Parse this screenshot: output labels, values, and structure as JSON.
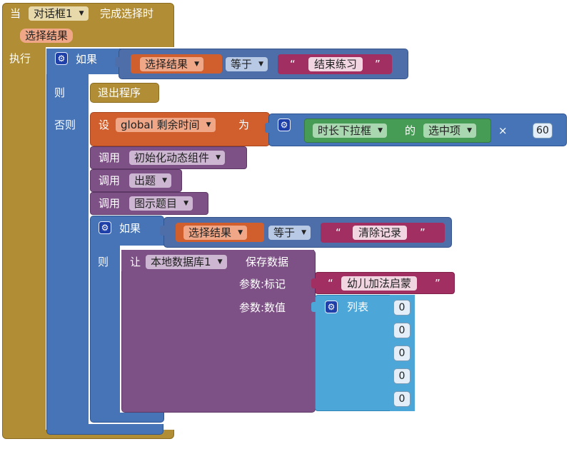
{
  "event": {
    "when_label": "当",
    "component": "对话框1",
    "event_label": "完成选择时",
    "param": "选择结果",
    "do_label": "执行"
  },
  "if1": {
    "if_label": "如果",
    "lhs": "选择结果",
    "op": "等于",
    "rhs": "结束练习",
    "then_label": "则",
    "then_action": "退出程序",
    "else_label": "否则"
  },
  "set": {
    "set_label": "设",
    "var": "global 剩余时间",
    "to_label": "为",
    "component": "时长下拉框",
    "of_label": "的",
    "prop": "选中项",
    "times": "×",
    "factor": "60"
  },
  "calls": {
    "call_label": "调用",
    "items": [
      "初始化动态组件",
      "出题",
      "图示题目"
    ]
  },
  "if2": {
    "if_label": "如果",
    "lhs": "选择结果",
    "op": "等于",
    "rhs": "清除记录",
    "then_label": "则"
  },
  "store": {
    "let_label": "让",
    "component": "本地数据库1",
    "method": "保存数据",
    "tag_label": "参数:标记",
    "tag_value": "幼儿加法启蒙",
    "value_label": "参数:数值",
    "list_label": "列表",
    "list_items": [
      "0",
      "0",
      "0",
      "0",
      "0"
    ]
  },
  "colors": {
    "event": "#b18e35",
    "logic": "#4674b7",
    "compare": "#4d6ea8",
    "text": "#a12f62",
    "variable": "#d05f2d",
    "procedure": "#7d5185",
    "component_getter": "#479c55",
    "list": "#4da6d8"
  }
}
